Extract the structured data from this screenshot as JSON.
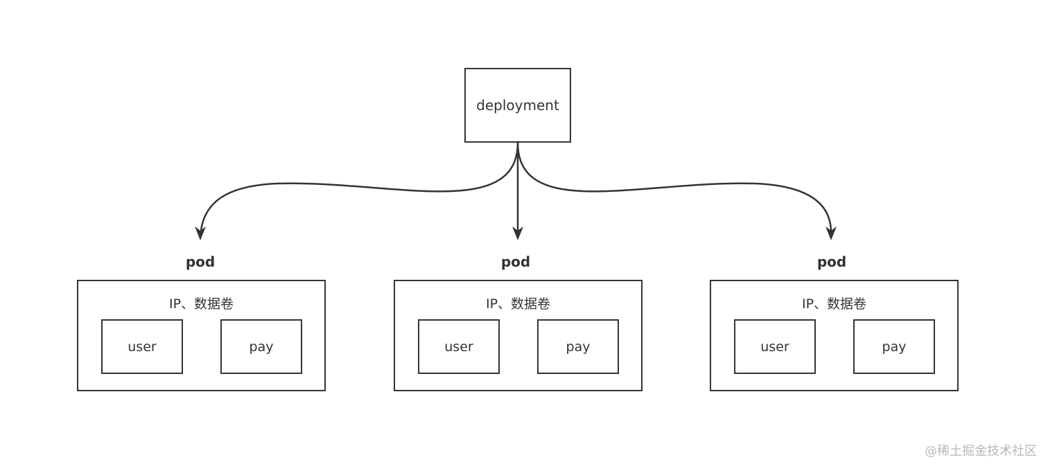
{
  "diagram": {
    "root": {
      "label": "deployment"
    },
    "pods": [
      {
        "title": "pod",
        "resources": "IP、数据卷",
        "containers": [
          "user",
          "pay"
        ]
      },
      {
        "title": "pod",
        "resources": "IP、数据卷",
        "containers": [
          "user",
          "pay"
        ]
      },
      {
        "title": "pod",
        "resources": "IP、数据卷",
        "containers": [
          "user",
          "pay"
        ]
      }
    ]
  },
  "watermark": "@稀土掘金技术社区",
  "colors": {
    "stroke": "#333333",
    "text": "#333333",
    "watermark": "#b8b8b8",
    "background": "#ffffff"
  }
}
